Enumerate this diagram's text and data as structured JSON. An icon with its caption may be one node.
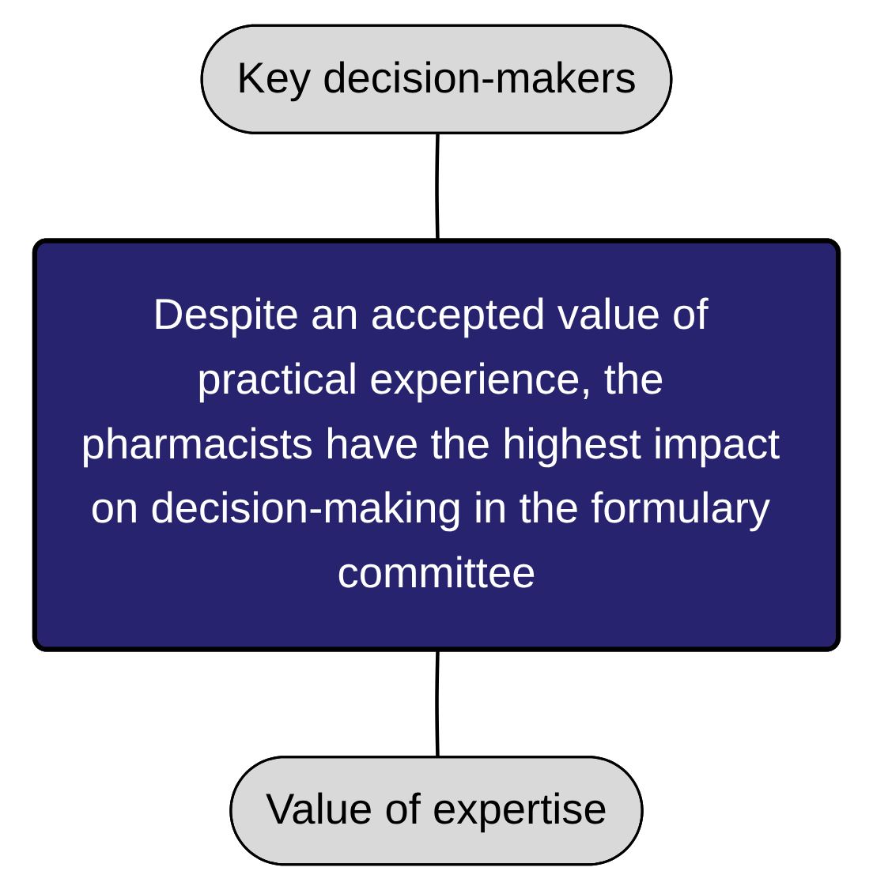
{
  "diagram": {
    "nodes": [
      {
        "text": [
          "Key decision-makers"
        ]
      },
      {
        "text": [
          "Despite an accepted value of practical experience, the pharmacists have the highest impact on decision-making in the formulary committee"
        ]
      },
      {
        "text": [
          "Value of expertise"
        ]
      }
    ],
    "edges": [
      {
        "from": 0,
        "to": 1,
        "arrow": "none"
      },
      {
        "from": 1,
        "to": 2,
        "arrow": "none"
      }
    ]
  }
}
